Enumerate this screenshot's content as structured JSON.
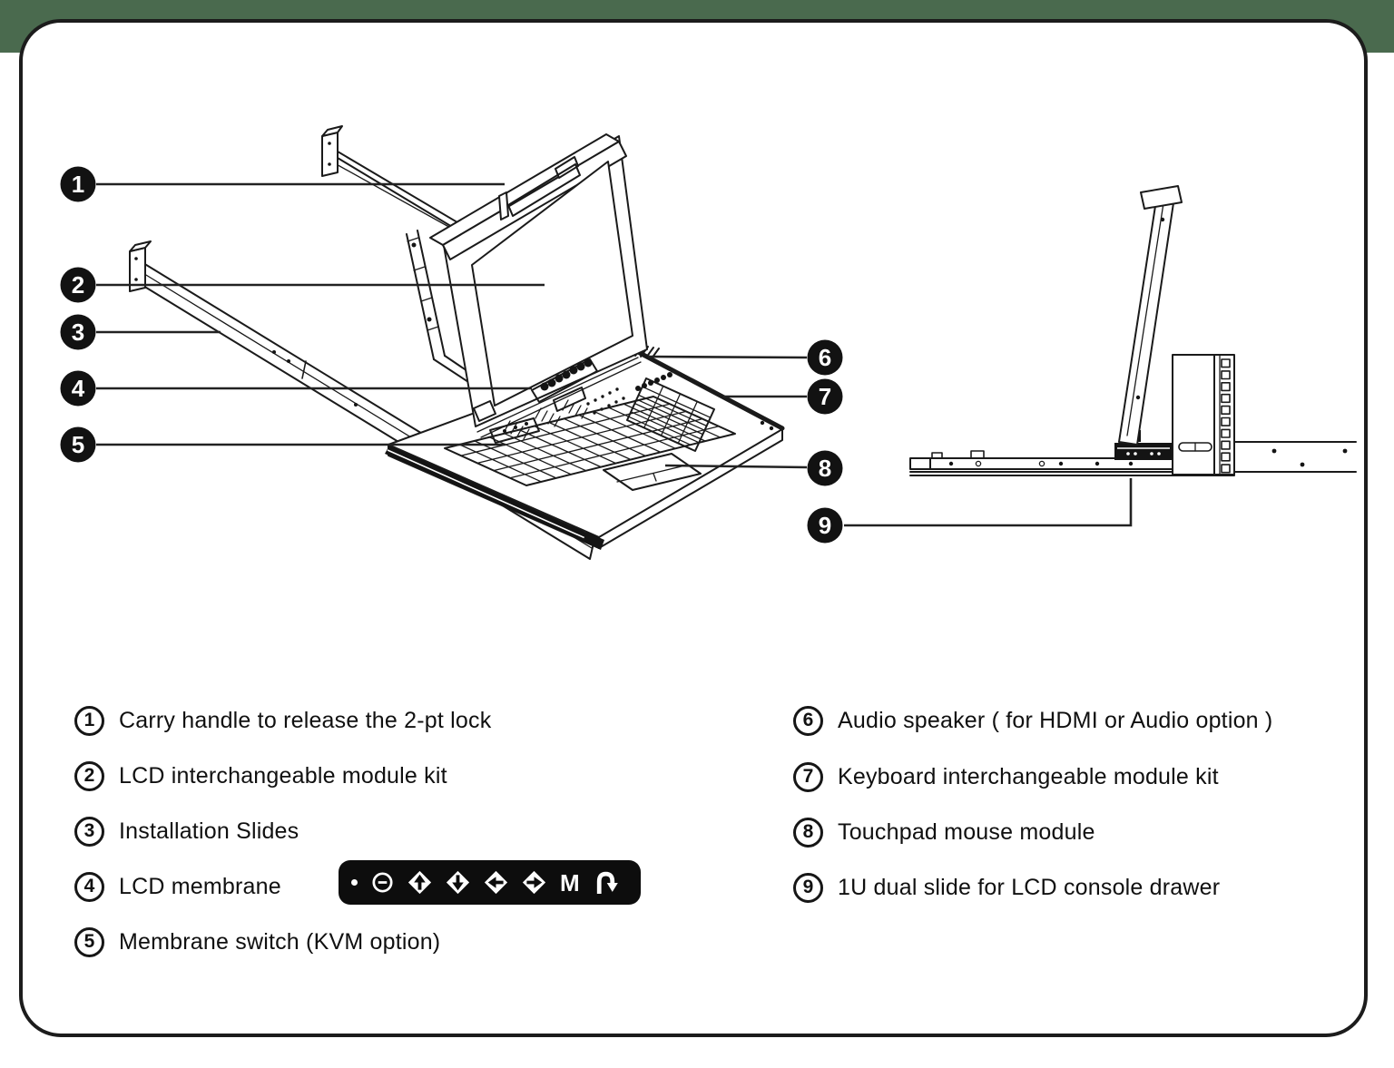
{
  "colors": {
    "outline": "#1a1a1a",
    "top_backdrop": "#4a6a4e",
    "membrane_bar_bg": "#0d0d0d"
  },
  "legend": {
    "left": [
      {
        "number": "1",
        "label": "Carry handle to release the 2-pt lock"
      },
      {
        "number": "2",
        "label": "LCD interchangeable module kit"
      },
      {
        "number": "3",
        "label": "Installation Slides"
      },
      {
        "number": "4",
        "label": "LCD membrane"
      },
      {
        "number": "5",
        "label": "Membrane switch (KVM option)"
      }
    ],
    "right": [
      {
        "number": "6",
        "label": "Audio speaker ( for HDMI or Audio option )"
      },
      {
        "number": "7",
        "label": "Keyboard interchangeable module kit"
      },
      {
        "number": "8",
        "label": "Touchpad mouse module"
      },
      {
        "number": "9",
        "label": "1U dual slide for LCD console drawer"
      }
    ]
  },
  "membrane_bar": {
    "menu_label": "M",
    "icons": [
      "dot",
      "power-minus-circle",
      "diamond-arrow-up",
      "diamond-arrow-down",
      "diamond-arrow-left",
      "diamond-arrow-right",
      "menu-m",
      "auto-return-arrow"
    ]
  }
}
